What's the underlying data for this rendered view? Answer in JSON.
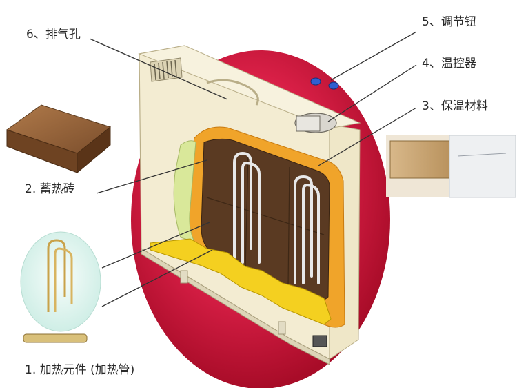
{
  "labels": {
    "vent": "6、排气孔",
    "knob": "5、调节钮",
    "thermostat": "4、温控器",
    "insulation": "3、保温材料",
    "brick": "2. 蓄热砖",
    "element": "1. 加热元件 (加热管)"
  },
  "colors": {
    "red_disc": "#c8102e",
    "cabinet": "#f3ecd2",
    "insulation": "#f0a42a",
    "brick": "#5a3a22",
    "base": "#f4d020",
    "tube": "#e8e8e8",
    "knob": "#2f5fd0"
  },
  "icons": {
    "brick_photo": "brick-sample-icon",
    "insulation_photo": "insulation-sample-icon",
    "element_photo": "heating-tube-icon"
  }
}
